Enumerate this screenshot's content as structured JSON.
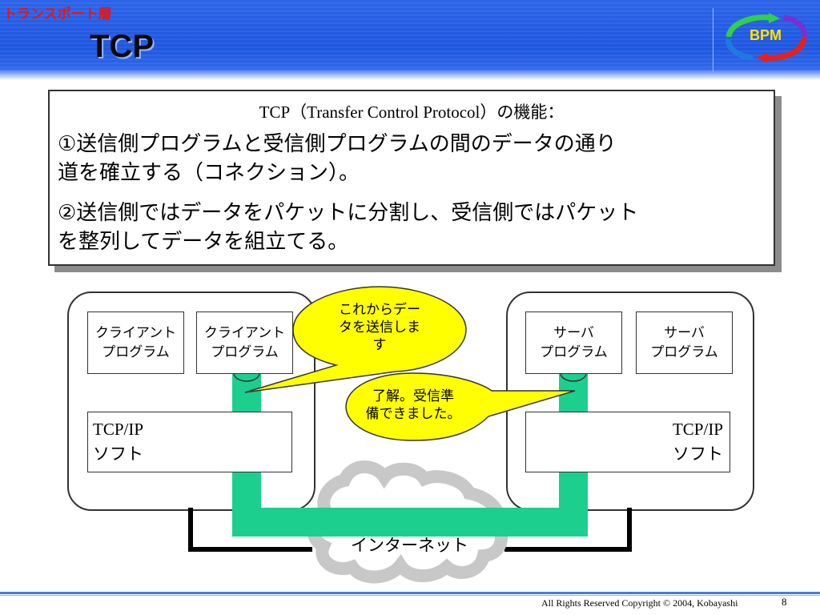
{
  "header": {
    "section": "トランスポート層",
    "title": "TCP",
    "logo_text": "BPM"
  },
  "info": {
    "title": "TCP（Transfer Control Protocol）の機能：",
    "lines": [
      "①送信側プログラムと受信側プログラムの間のデータの通り",
      "道を確立する（コネクション）。",
      "②送信側ではデータをパケットに分割し、受信側ではパケット",
      "を整列してデータを組立てる。"
    ]
  },
  "client": {
    "program1": [
      "クライアント",
      "プログラム"
    ],
    "program2": [
      "クライアント",
      "プログラム"
    ],
    "software": [
      "TCP/IP",
      "ソフト"
    ]
  },
  "server": {
    "program1": [
      "サーバ",
      "プログラム"
    ],
    "program2": [
      "サーバ",
      "プログラム"
    ],
    "software": [
      "TCP/IP",
      "ソフト"
    ]
  },
  "network": {
    "label": "インターネット"
  },
  "bubbles": {
    "client_says": [
      "これからデー",
      "タを送信しま",
      "す"
    ],
    "server_says": [
      "了解。受信準",
      "備できました。"
    ]
  },
  "colors": {
    "header_blue": "#1e56e0",
    "section_red": "#e01818",
    "connection_green": "#1ccf8e",
    "bubble_yellow": "#ffff00",
    "cloud_gray": "#c8c8c8"
  },
  "footer": {
    "copyright": "All Rights Reserved Copyright © 2004, Kobayashi",
    "page": "8"
  }
}
